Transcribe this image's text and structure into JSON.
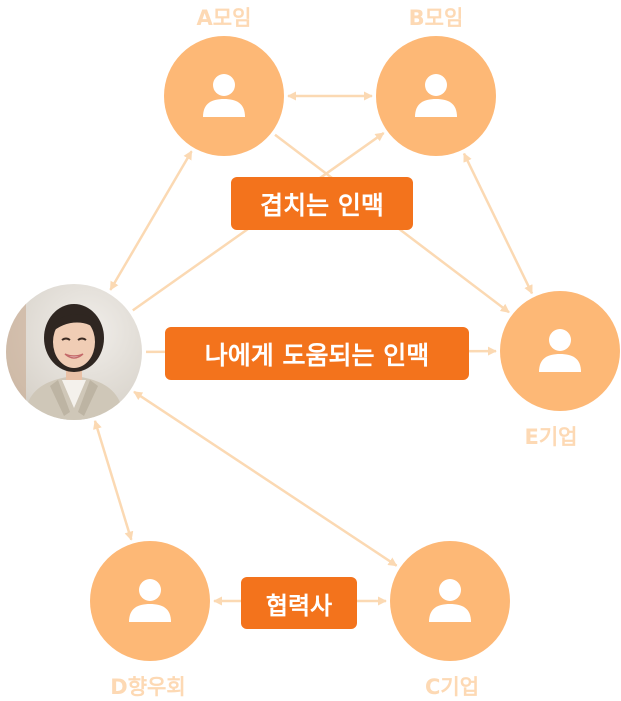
{
  "colors": {
    "node_fill": "#fdb876",
    "edge": "#fbd9b3",
    "label": "#fdd9b4",
    "badge_fill": "#f3731c",
    "badge_text": "#ffffff"
  },
  "nodes": {
    "a": {
      "label": "A모임",
      "icon": "person-icon"
    },
    "b": {
      "label": "B모임",
      "icon": "person-icon"
    },
    "e": {
      "label": "E기업",
      "icon": "person-icon"
    },
    "d": {
      "label": "D향우회",
      "icon": "person-icon"
    },
    "c": {
      "label": "C기업",
      "icon": "person-icon"
    }
  },
  "center": {
    "icon": "profile-photo"
  },
  "badges": {
    "overlap": "겹치는 인맥",
    "helpful": "나에게 도움되는 인맥",
    "partner": "협력사"
  },
  "relations": [
    {
      "from": "a",
      "to": "b",
      "arrows": "both"
    },
    {
      "from": "me",
      "to": "a",
      "arrows": "both"
    },
    {
      "from": "b",
      "to": "e",
      "arrows": "both"
    },
    {
      "from": "me",
      "to": "b",
      "arrows": "end"
    },
    {
      "from": "a",
      "to": "e",
      "arrows": "end"
    },
    {
      "from": "me",
      "to": "e",
      "arrows": "end"
    },
    {
      "from": "me",
      "to": "d",
      "arrows": "both"
    },
    {
      "from": "me",
      "to": "c",
      "arrows": "both"
    },
    {
      "from": "d",
      "to": "c",
      "arrows": "both"
    }
  ]
}
